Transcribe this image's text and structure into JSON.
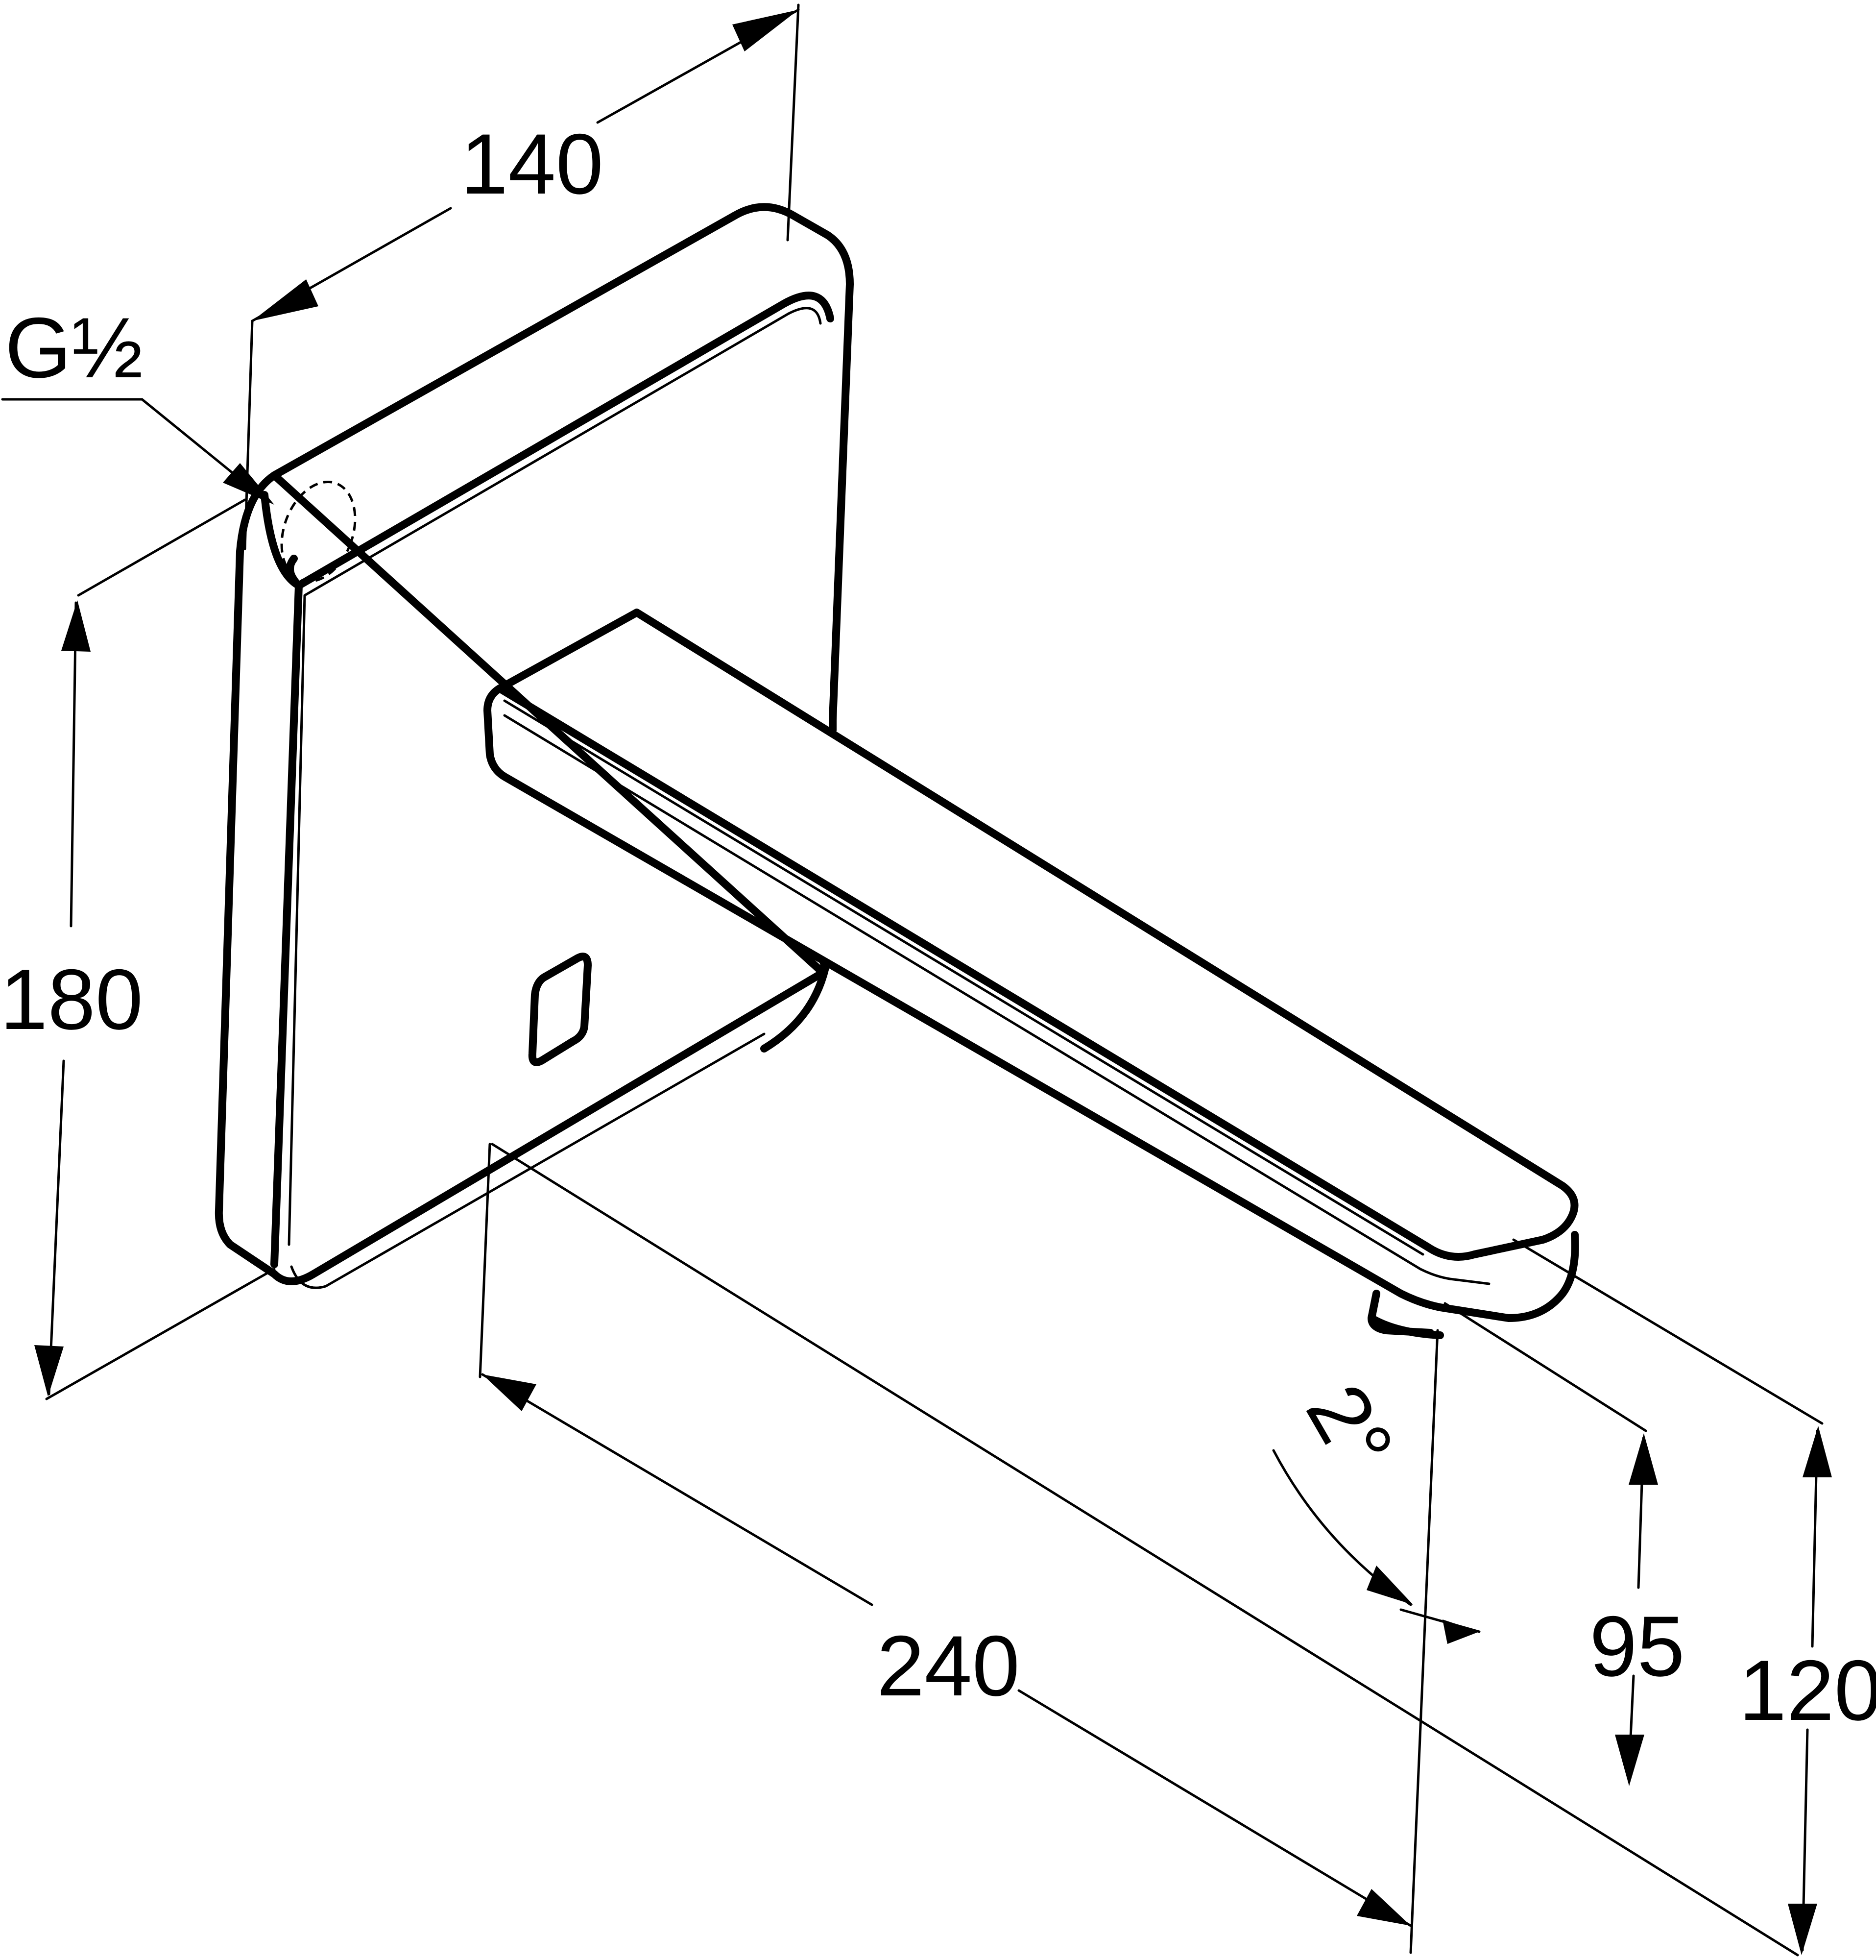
{
  "drawing": {
    "product": "wall-mounted spout",
    "dimensions": {
      "width": "140",
      "height": "180",
      "projection": "240",
      "angle": "2°",
      "outlet_height": "95",
      "spout_height": "120",
      "connection": "G½"
    }
  }
}
